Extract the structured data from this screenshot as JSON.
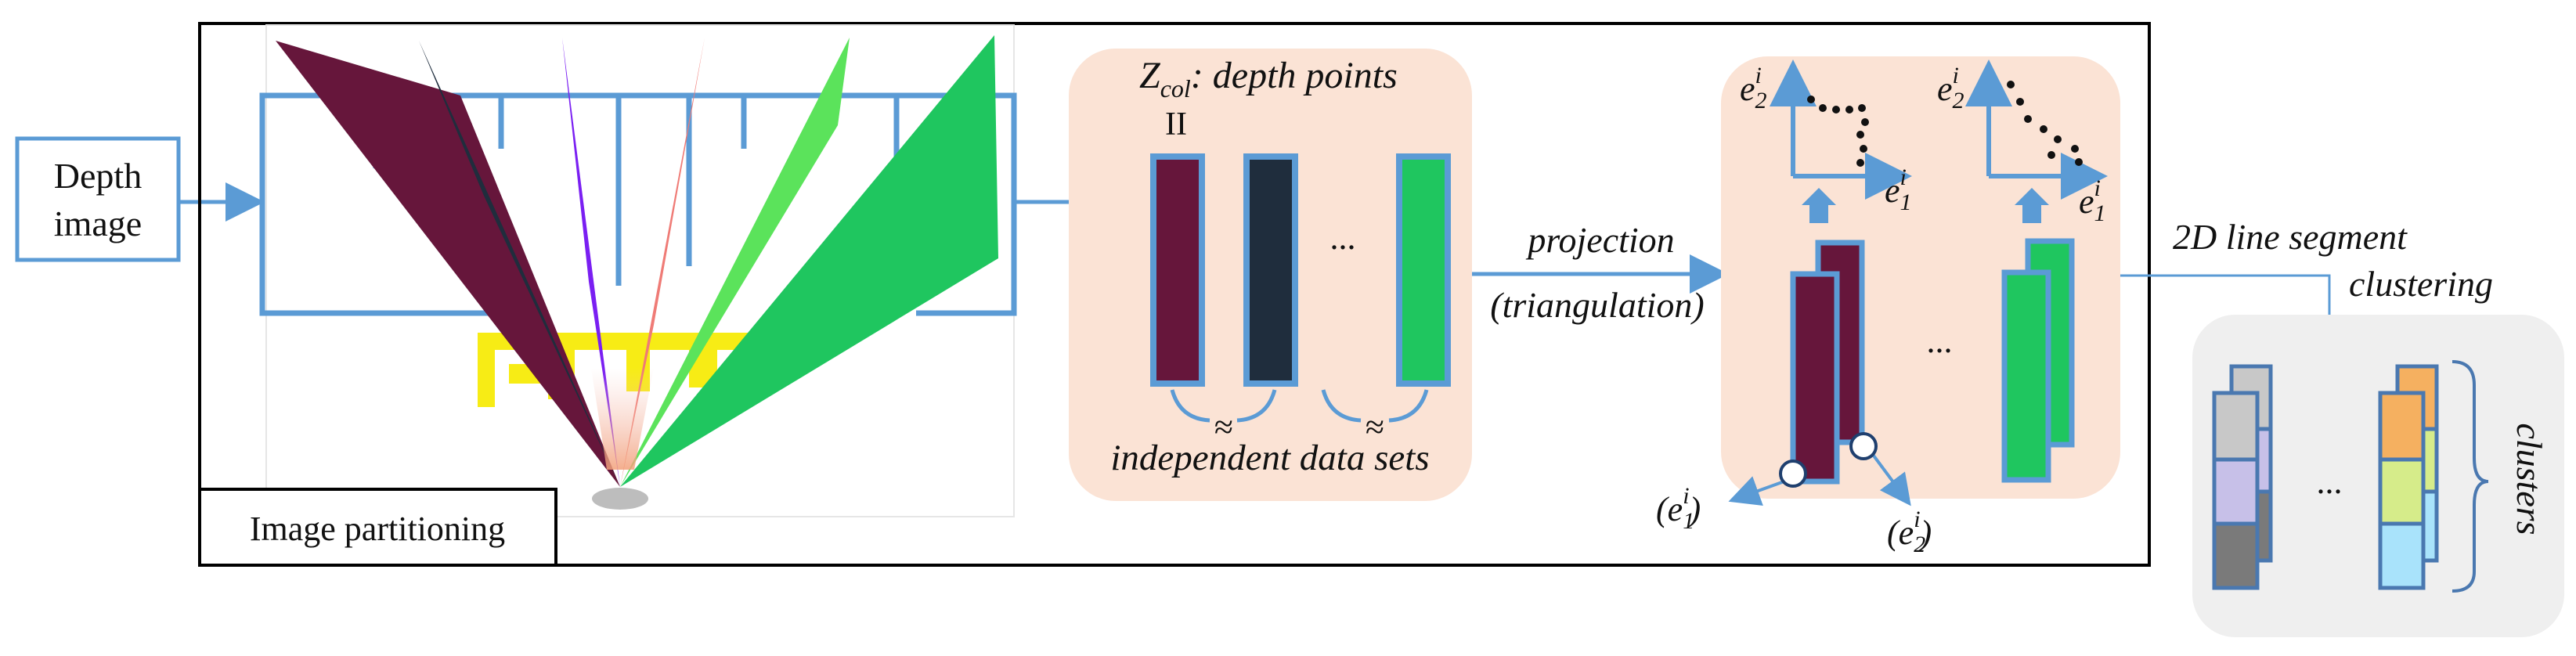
{
  "colors": {
    "frame": "#000000",
    "blue": "#5b9bd5",
    "maroon": "#66163b",
    "navy": "#1f2d3d",
    "purple": "#7a1ff2",
    "salmon": "#ef7b76",
    "light_green": "#5be35b",
    "green": "#1fc65f",
    "yellow": "#f7ec15",
    "panel_peach": "#fbe3d5",
    "panel_grey": "#efefef",
    "orange": "#f5b060",
    "lime": "#d6ec8a",
    "sky": "#a9e3fb",
    "lavender": "#c7c0e8",
    "light_grey": "#c8c8c8",
    "dark_grey": "#7a7a7a",
    "white": "#ffffff"
  },
  "inputs": {
    "depth_image_line1": "Depth",
    "depth_image_line2": "image"
  },
  "partition": {
    "caption": "Image partitioning"
  },
  "data_sets": {
    "title_z": "Z",
    "title_sub": "col",
    "title_rest": ": depth points",
    "equiv": "II",
    "ellipsis": "...",
    "approx": "≈",
    "caption": "independent data sets"
  },
  "projection": {
    "line1": "projection",
    "line2": "(triangulation)"
  },
  "projected": {
    "axis_e": "e",
    "sup_i": "i",
    "sub_1": "1",
    "sub_2": "2",
    "ellipsis": "...",
    "label_e1": "(e",
    "label_close": ")"
  },
  "clustering": {
    "line1": "2D line segment",
    "line2": "clustering",
    "ellipsis": "...",
    "clusters_label": "clusters"
  }
}
